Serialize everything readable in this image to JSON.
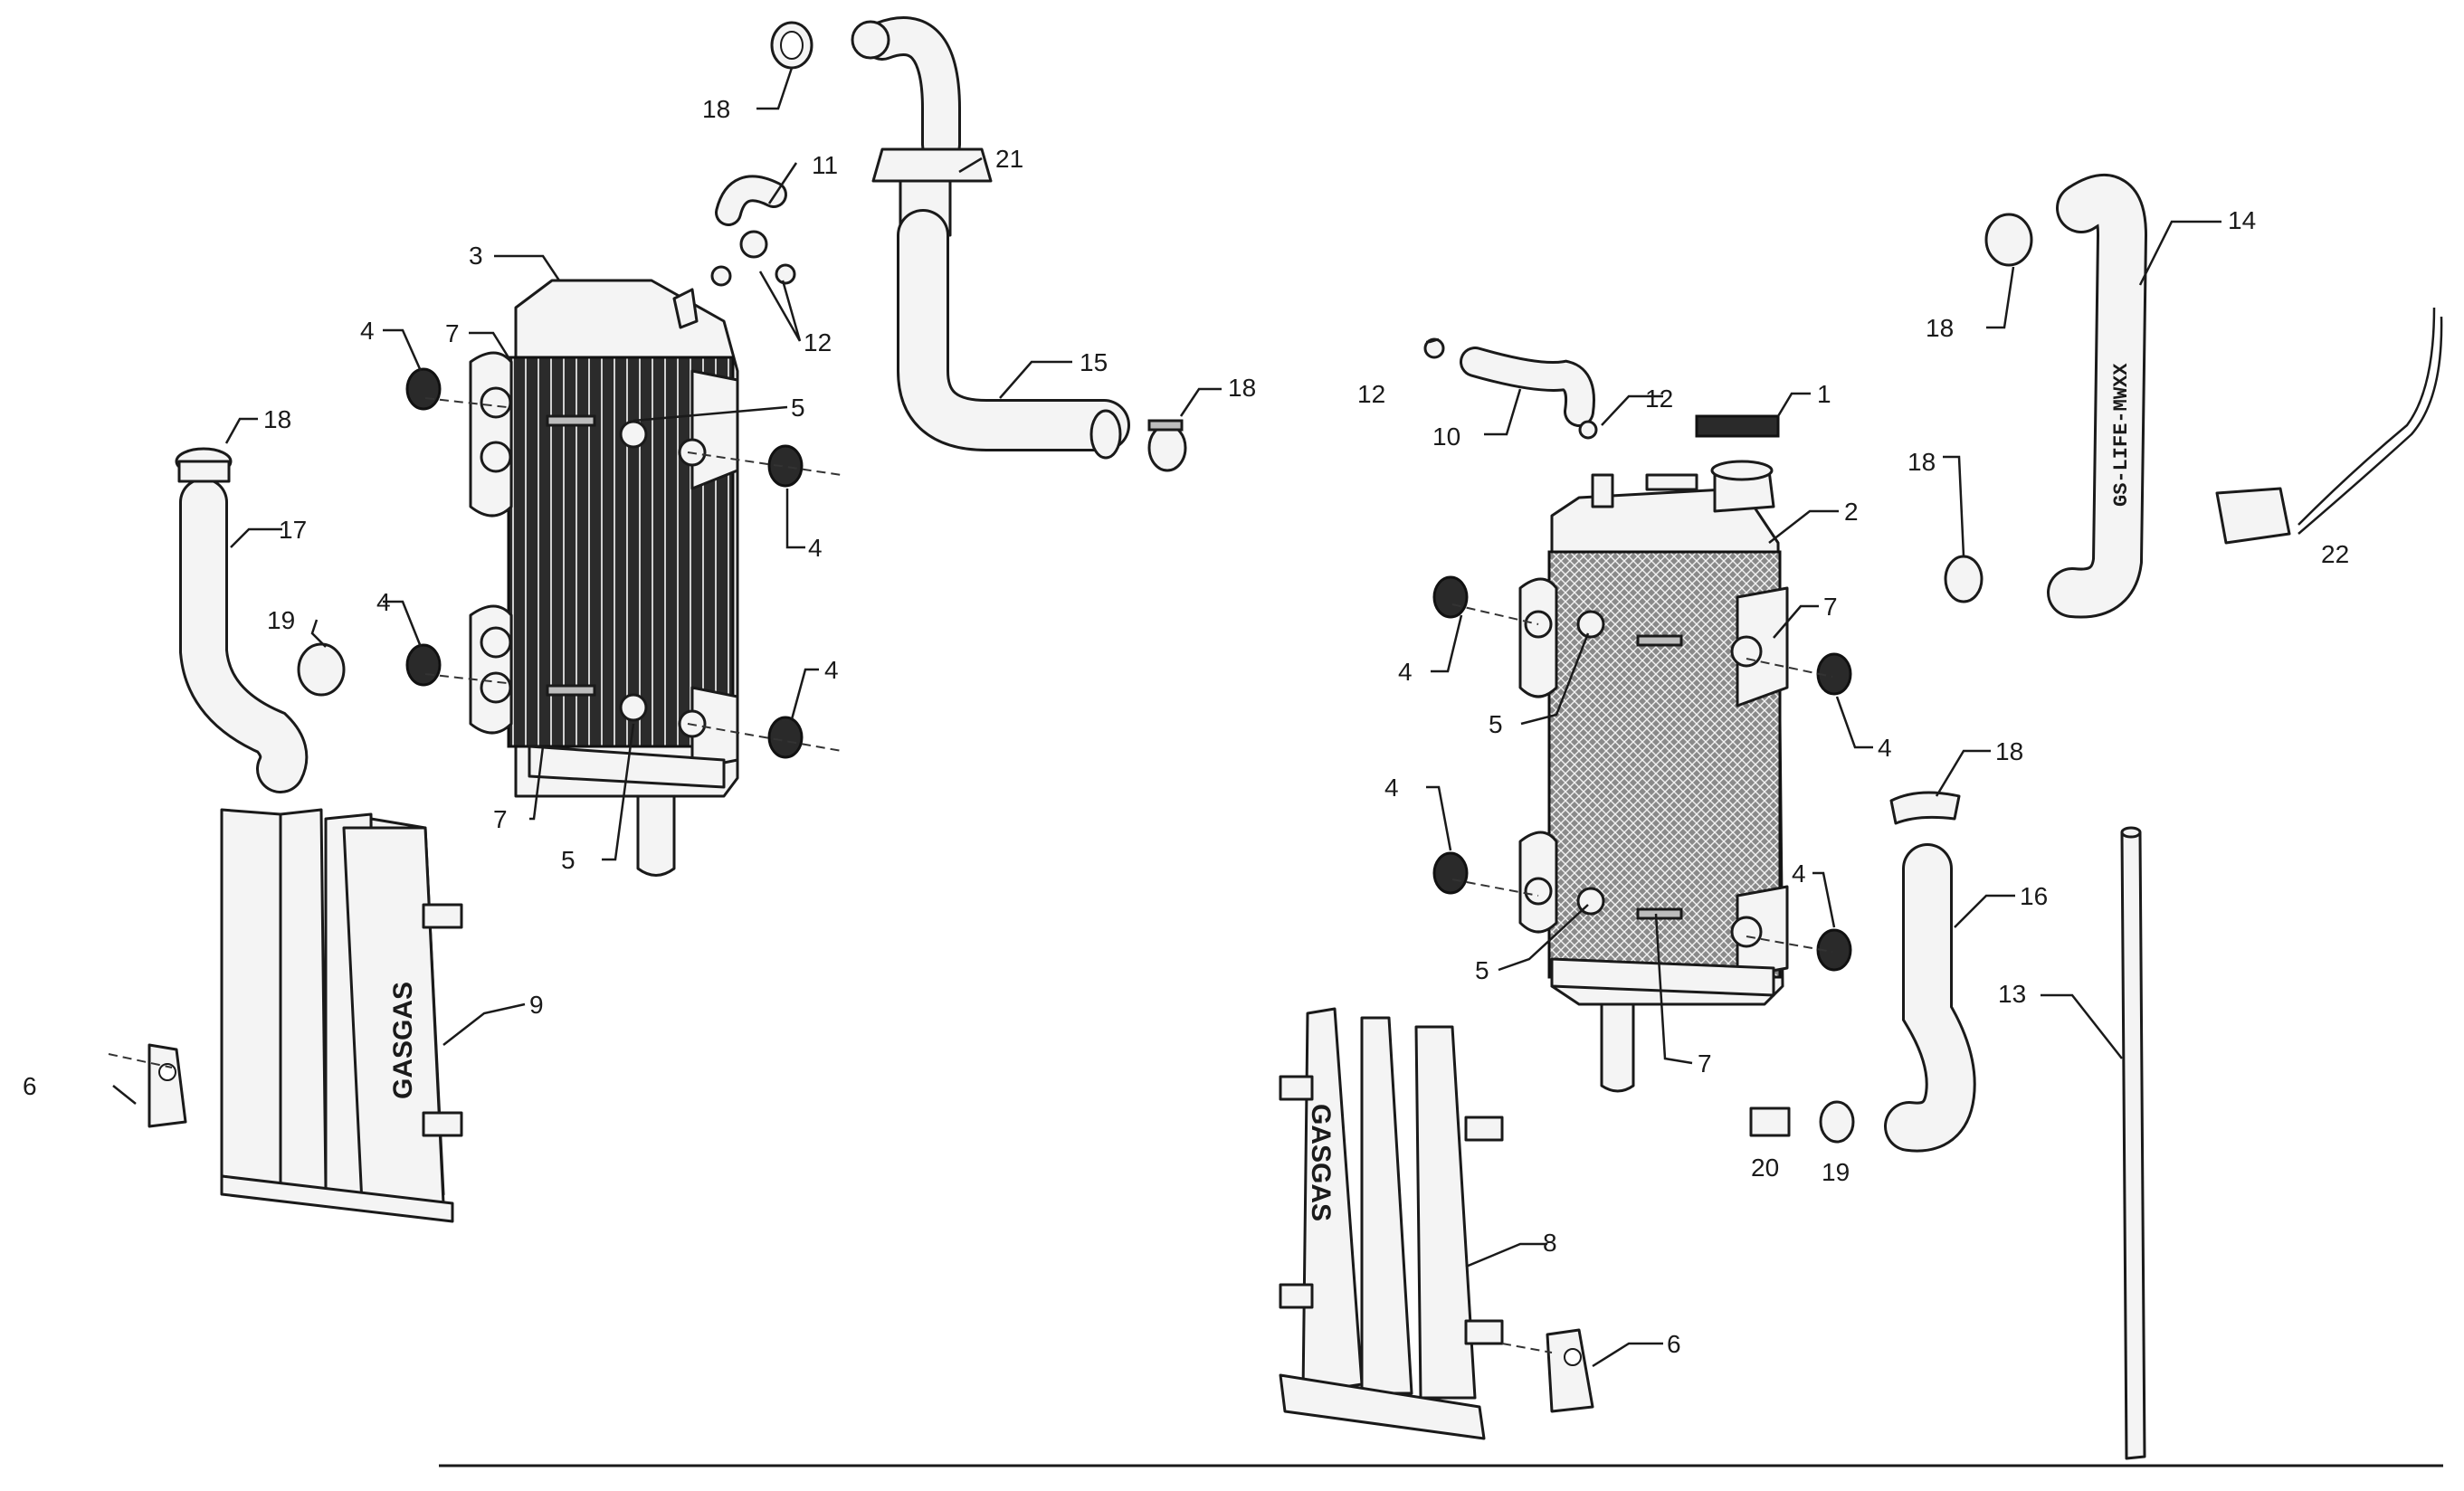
{
  "brand_text": "GASGAS",
  "hose_marking": "GS-LIFE-MWXX",
  "callouts": [
    {
      "id": "c1",
      "text": "1"
    },
    {
      "id": "c2",
      "text": "2"
    },
    {
      "id": "c3",
      "text": "3"
    },
    {
      "id": "c4",
      "text": "4"
    },
    {
      "id": "c5",
      "text": "5"
    },
    {
      "id": "c6",
      "text": "6"
    },
    {
      "id": "c7",
      "text": "7"
    },
    {
      "id": "c8",
      "text": "8"
    },
    {
      "id": "c9",
      "text": "9"
    },
    {
      "id": "c10",
      "text": "10"
    },
    {
      "id": "c11",
      "text": "11"
    },
    {
      "id": "c12",
      "text": "12"
    },
    {
      "id": "c13",
      "text": "13"
    },
    {
      "id": "c14",
      "text": "14"
    },
    {
      "id": "c15",
      "text": "15"
    },
    {
      "id": "c16",
      "text": "16"
    },
    {
      "id": "c17",
      "text": "17"
    },
    {
      "id": "c18",
      "text": "18"
    },
    {
      "id": "c19",
      "text": "19"
    },
    {
      "id": "c20",
      "text": "20"
    },
    {
      "id": "c21",
      "text": "21"
    },
    {
      "id": "c22",
      "text": "22"
    }
  ]
}
